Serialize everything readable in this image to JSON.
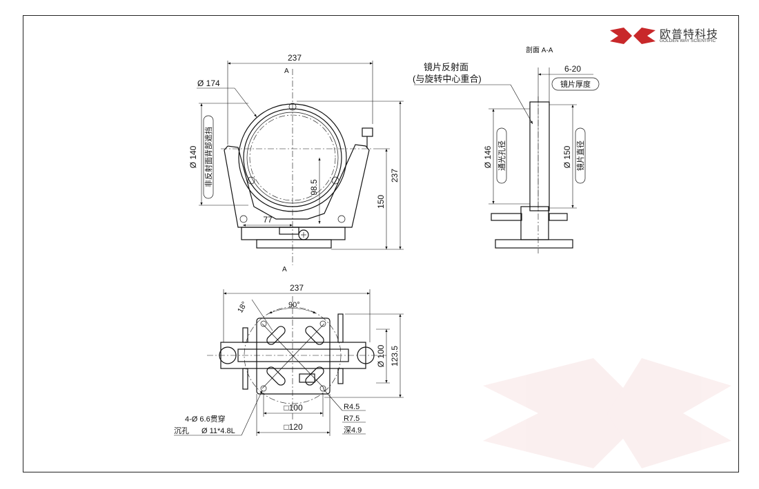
{
  "logo": {
    "name_cn": "欧普特科技",
    "name_en": "GOLDEN WAY SCIENTIFIC",
    "brand_color": "#c8282a"
  },
  "front_view": {
    "width": "237",
    "ring_dia": "Ø 174",
    "clear_aperture": "Ø 140",
    "height": "237",
    "axis_height": "150",
    "offset_y": "98.5",
    "offset_x": "77",
    "label_non_reflective": "非反射面背部遮挡",
    "section_mark_top": "A",
    "section_mark_bottom": "A"
  },
  "section_view": {
    "title": "剖面 A-A",
    "reflective_surface": "镜片反射面",
    "reflective_note": "(与旋转中心重合)",
    "thickness_range": "6-20",
    "thickness_label": "镜片厚度",
    "aperture_dia": "Ø 146",
    "aperture_label": "通光孔径",
    "mirror_dia": "Ø 150",
    "mirror_label": "镜片直径"
  },
  "top_view": {
    "width": "237",
    "angle_90": "90°",
    "angle_18": "18°",
    "height_1235": "123.5",
    "dia_100": "Ø 100",
    "square_100": "□100",
    "square_120": "□120",
    "r45": "R4.5",
    "r75": "R7.5",
    "depth": "深4.9",
    "holes": "4-Ø 6.6贯穿",
    "counterbore_label": "沉孔",
    "counterbore_dim": "Ø 11*4.8L"
  }
}
